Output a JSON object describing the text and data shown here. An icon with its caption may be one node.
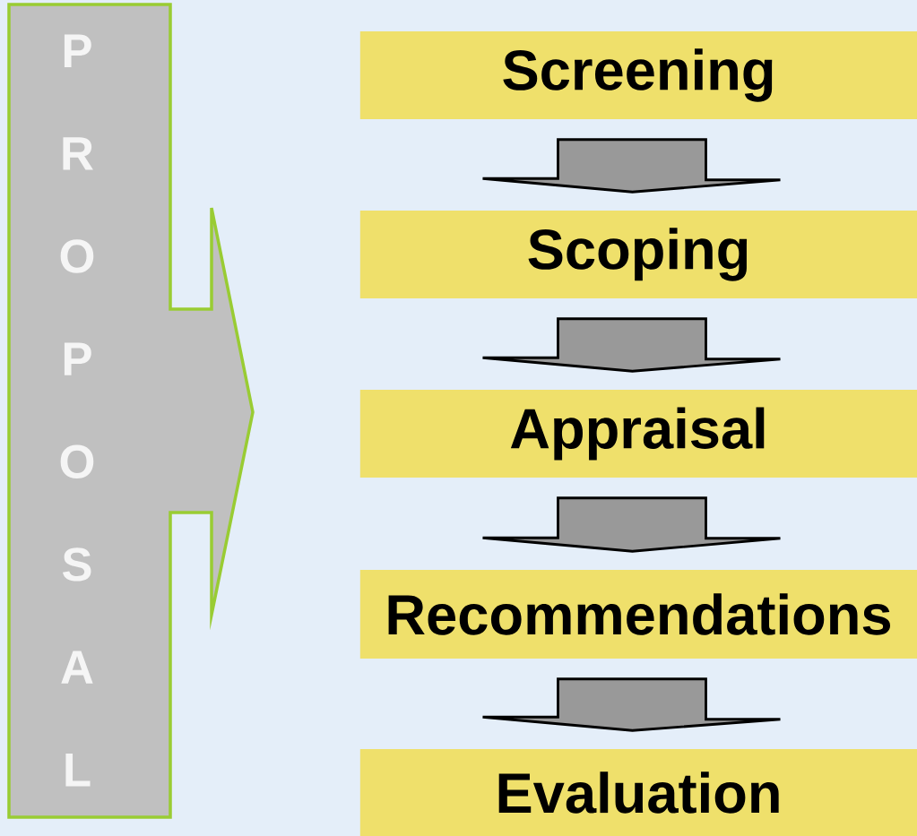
{
  "diagram": {
    "nodes": [
      {
        "text": [
          "P R O P O S A L"
        ]
      },
      {
        "text": [
          "Screening"
        ]
      },
      {
        "text": [
          "Scoping"
        ]
      },
      {
        "text": [
          "Appraisal"
        ]
      },
      {
        "text": [
          "Recommendations"
        ]
      },
      {
        "text": [
          "Evaluation"
        ]
      }
    ],
    "edges": [
      {
        "from": 1,
        "to": 2,
        "arrow": "to"
      },
      {
        "from": 2,
        "to": 3,
        "arrow": "to"
      },
      {
        "from": 3,
        "to": 4,
        "arrow": "to"
      },
      {
        "from": 4,
        "to": 5,
        "arrow": "to"
      }
    ]
  }
}
